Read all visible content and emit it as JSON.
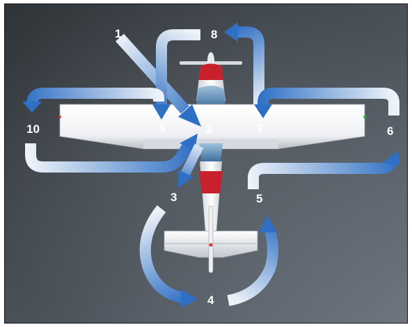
{
  "diagram": {
    "steps": [
      {
        "label": "1"
      },
      {
        "label": "2"
      },
      {
        "label": "3"
      },
      {
        "label": "4"
      },
      {
        "label": "5"
      },
      {
        "label": "6"
      },
      {
        "label": "7"
      },
      {
        "label": "8"
      },
      {
        "label": "9"
      },
      {
        "label": "10"
      }
    ],
    "colors": {
      "background_dark": "#2f3438",
      "background_light": "#6e7680",
      "arrow_light": "#eef3f9",
      "arrow_dark": "#2f6fc4",
      "stripe": "#c8202c"
    }
  }
}
